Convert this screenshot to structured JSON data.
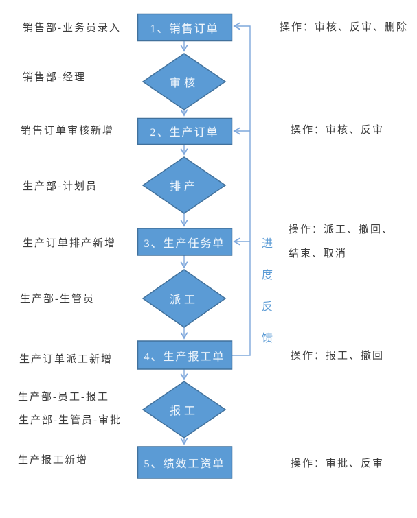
{
  "diagram": {
    "boxes": [
      {
        "label": "1、销售订单"
      },
      {
        "label": "2、生产订单"
      },
      {
        "label": "3、生产任务单"
      },
      {
        "label": "4、生产报工单"
      },
      {
        "label": "5、绩效工资单"
      }
    ],
    "diamonds": [
      {
        "label": "审核"
      },
      {
        "label": "排产"
      },
      {
        "label": "派工"
      },
      {
        "label": "报工"
      }
    ],
    "left_labels": [
      {
        "text": "销售部-业务员录入"
      },
      {
        "text": "销售部-经理"
      },
      {
        "text": "销售订单审核新增"
      },
      {
        "text": "生产部-计划员"
      },
      {
        "text": "生产订单排产新增"
      },
      {
        "text": "生产部-生管员"
      },
      {
        "text": "生产订单派工新增"
      },
      {
        "text": "生产部-员工-报工"
      },
      {
        "text": "生产部-生管员-审批"
      },
      {
        "text": "生产报工新增"
      }
    ],
    "right_labels": [
      {
        "text": "操作：审核、反审、删除"
      },
      {
        "text": "操作：审核、反审"
      },
      {
        "text": "操作：派工、撤回、",
        "text2": "结束、取消"
      },
      {
        "text": "操作：报工、撤回"
      },
      {
        "text": "操作：审批、反审"
      }
    ],
    "feedback_label": "进度反馈",
    "colors": {
      "shape_fill": "#5B9BD5",
      "shape_border": "#41719C",
      "connector": "#7FA8DC",
      "label_text": "#3D3D3D",
      "shape_text": "#EEF5FC",
      "feedback_text": "#5B9BD5"
    }
  }
}
